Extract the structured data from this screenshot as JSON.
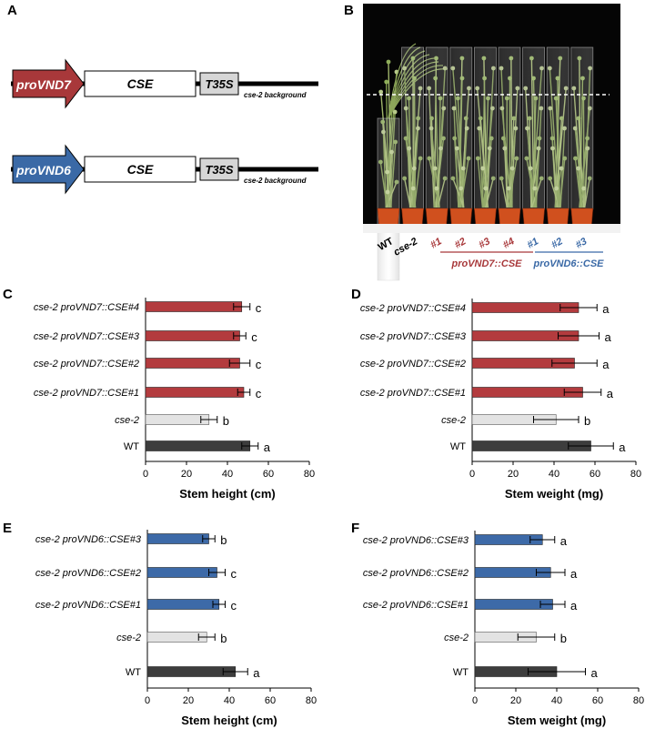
{
  "panels": {
    "A": "A",
    "B": "B",
    "C": "C",
    "D": "D",
    "E": "E",
    "F": "F"
  },
  "constructs": [
    {
      "promoter": "proVND7",
      "gene": "CSE",
      "terminator": "T35S",
      "background": "cse-2 background",
      "color": "#a8383a"
    },
    {
      "promoter": "proVND6",
      "gene": "CSE",
      "terminator": "T35S",
      "background": "cse-2 background",
      "color": "#3a69a6"
    }
  ],
  "photo": {
    "lines": [
      {
        "label": "WT",
        "color": "#000000"
      },
      {
        "label": "cse-2",
        "color": "#000000"
      },
      {
        "label": "#1",
        "color": "#a8383a"
      },
      {
        "label": "#2",
        "color": "#a8383a"
      },
      {
        "label": "#3",
        "color": "#a8383a"
      },
      {
        "label": "#4",
        "color": "#a8383a"
      },
      {
        "label": "#1",
        "color": "#3a69a6"
      },
      {
        "label": "#2",
        "color": "#3a69a6"
      },
      {
        "label": "#3",
        "color": "#3a69a6"
      }
    ],
    "group1": "proVND7::CSE",
    "group2": "proVND6::CSE"
  },
  "colors": {
    "vnd7": "#b33b3e",
    "vnd6": "#3d6aa8",
    "cse2": "#e3e3e3",
    "wt": "#3d3d3d"
  },
  "chart_data": [
    {
      "panel": "C",
      "type": "bar",
      "orientation": "horizontal",
      "categories": [
        "cse-2 proVND7::CSE#4",
        "cse-2 proVND7::CSE#3",
        "cse-2 proVND7::CSE#2",
        "cse-2 proVND7::CSE#1",
        "cse-2",
        "WT"
      ],
      "values": [
        47,
        46,
        46,
        48,
        31,
        51
      ],
      "errors": [
        4,
        3,
        5,
        3,
        4,
        4
      ],
      "letters": [
        "c",
        "c",
        "c",
        "c",
        "b",
        "a"
      ],
      "colors": [
        "vnd7",
        "vnd7",
        "vnd7",
        "vnd7",
        "cse2",
        "wt"
      ],
      "xlabel": "Stem height (cm)",
      "xlim": [
        0,
        80
      ],
      "xticks": [
        0,
        20,
        40,
        60,
        80
      ]
    },
    {
      "panel": "D",
      "type": "bar",
      "orientation": "horizontal",
      "categories": [
        "cse-2 proVND7::CSE#4",
        "cse-2 proVND7::CSE#3",
        "cse-2 proVND7::CSE#2",
        "cse-2 proVND7::CSE#1",
        "cse-2",
        "WT"
      ],
      "values": [
        52,
        52,
        50,
        54,
        41,
        58
      ],
      "errors": [
        9,
        10,
        11,
        9,
        11,
        11
      ],
      "letters": [
        "a",
        "a",
        "a",
        "a",
        "b",
        "a"
      ],
      "colors": [
        "vnd7",
        "vnd7",
        "vnd7",
        "vnd7",
        "cse2",
        "wt"
      ],
      "xlabel": "Stem weight (mg)",
      "xlim": [
        0,
        80
      ],
      "xticks": [
        0,
        20,
        40,
        60,
        80
      ]
    },
    {
      "panel": "E",
      "type": "bar",
      "orientation": "horizontal",
      "categories": [
        "cse-2 proVND6::CSE#3",
        "cse-2 proVND6::CSE#2",
        "cse-2 proVND6::CSE#1",
        "cse-2",
        "WT"
      ],
      "values": [
        30,
        34,
        35,
        29,
        43
      ],
      "errors": [
        3,
        4,
        3,
        4,
        6
      ],
      "letters": [
        "b",
        "c",
        "c",
        "b",
        "a"
      ],
      "colors": [
        "vnd6",
        "vnd6",
        "vnd6",
        "cse2",
        "wt"
      ],
      "xlabel": "Stem height (cm)",
      "xlim": [
        0,
        80
      ],
      "xticks": [
        0,
        20,
        40,
        60,
        80
      ]
    },
    {
      "panel": "F",
      "type": "bar",
      "orientation": "horizontal",
      "categories": [
        "cse-2 proVND6::CSE#3",
        "cse-2 proVND6::CSE#2",
        "cse-2 proVND6::CSE#1",
        "cse-2",
        "WT"
      ],
      "values": [
        33,
        37,
        38,
        30,
        40
      ],
      "errors": [
        6,
        7,
        6,
        9,
        14
      ],
      "letters": [
        "a",
        "a",
        "a",
        "b",
        "a"
      ],
      "colors": [
        "vnd6",
        "vnd6",
        "vnd6",
        "cse2",
        "wt"
      ],
      "xlabel": "Stem weight (mg)",
      "xlim": [
        0,
        80
      ],
      "xticks": [
        0,
        20,
        40,
        60,
        80
      ]
    }
  ]
}
